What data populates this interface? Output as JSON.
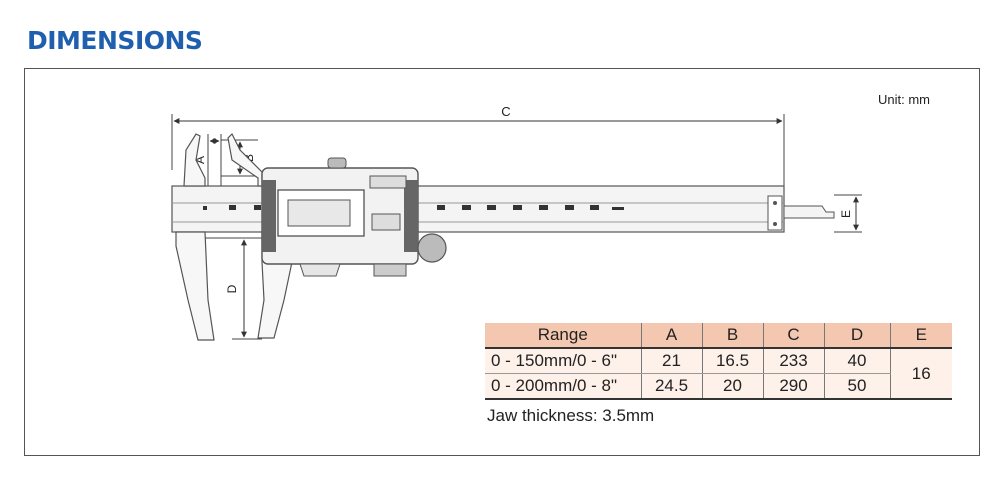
{
  "heading": "DIMENSIONS",
  "unit_label": "Unit: mm",
  "dimension_labels": {
    "A": "A",
    "B": "B",
    "C": "C",
    "D": "D",
    "E": "E"
  },
  "table": {
    "headers": [
      "Range",
      "A",
      "B",
      "C",
      "D",
      "E"
    ],
    "rows": [
      {
        "range": "0 - 150mm/0 - 6\"",
        "A": "21",
        "B": "16.5",
        "C": "233",
        "D": "40"
      },
      {
        "range": "0 - 200mm/0 - 8\"",
        "A": "24.5",
        "B": "20",
        "C": "290",
        "D": "50"
      }
    ],
    "E_shared": "16"
  },
  "jaw_note": "Jaw thickness: 3.5mm",
  "colors": {
    "heading": "#1f5fae",
    "table_header": "#f4c8b0",
    "table_body": "#fdf1ea"
  }
}
